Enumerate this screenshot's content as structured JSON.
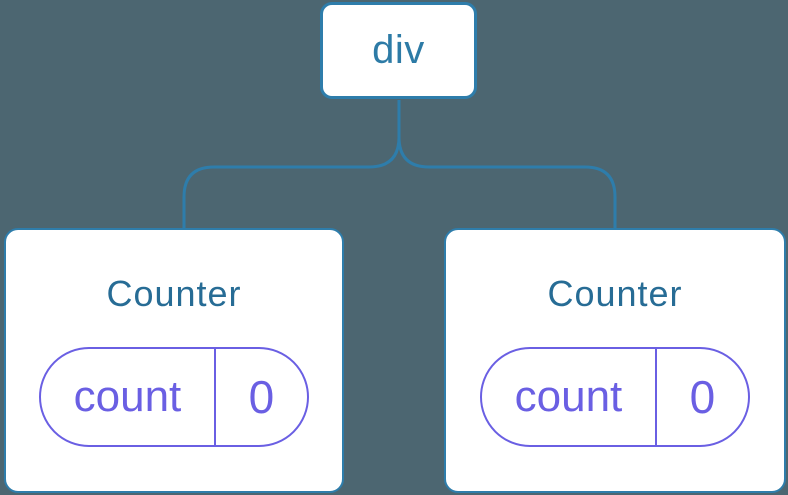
{
  "colors": {
    "background": "#4C6671",
    "line": "#2E7DAB",
    "node-fill": "#FFFFFF",
    "node-text": "#2D7BA6",
    "component-text": "#276C95",
    "state": "#6A5FE3"
  },
  "tree": {
    "root": {
      "label": "div"
    },
    "children": [
      {
        "title": "Counter",
        "state": {
          "key": "count",
          "value": "0"
        }
      },
      {
        "title": "Counter",
        "state": {
          "key": "count",
          "value": "0"
        }
      }
    ]
  }
}
